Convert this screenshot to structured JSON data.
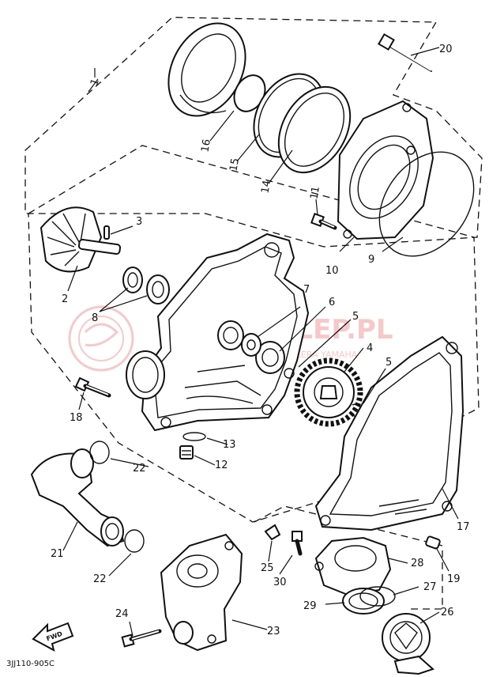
{
  "diagram": {
    "code": "3JJ110-905C",
    "forward_mark": "FWD",
    "watermark": {
      "main": "YAMA SKLEP.PL",
      "sub": "SKLEP INTERNETOWY DEALERA YAMAHA",
      "color": "#e24c4c"
    },
    "callouts": [
      "1",
      "2",
      "3",
      "4",
      "5",
      "5",
      "6",
      "7",
      "8",
      "9",
      "10",
      "11",
      "12",
      "13",
      "14",
      "15",
      "16",
      "17",
      "18",
      "19",
      "20",
      "21",
      "22",
      "22",
      "23",
      "24",
      "25",
      "26",
      "27",
      "28",
      "29",
      "30"
    ]
  }
}
